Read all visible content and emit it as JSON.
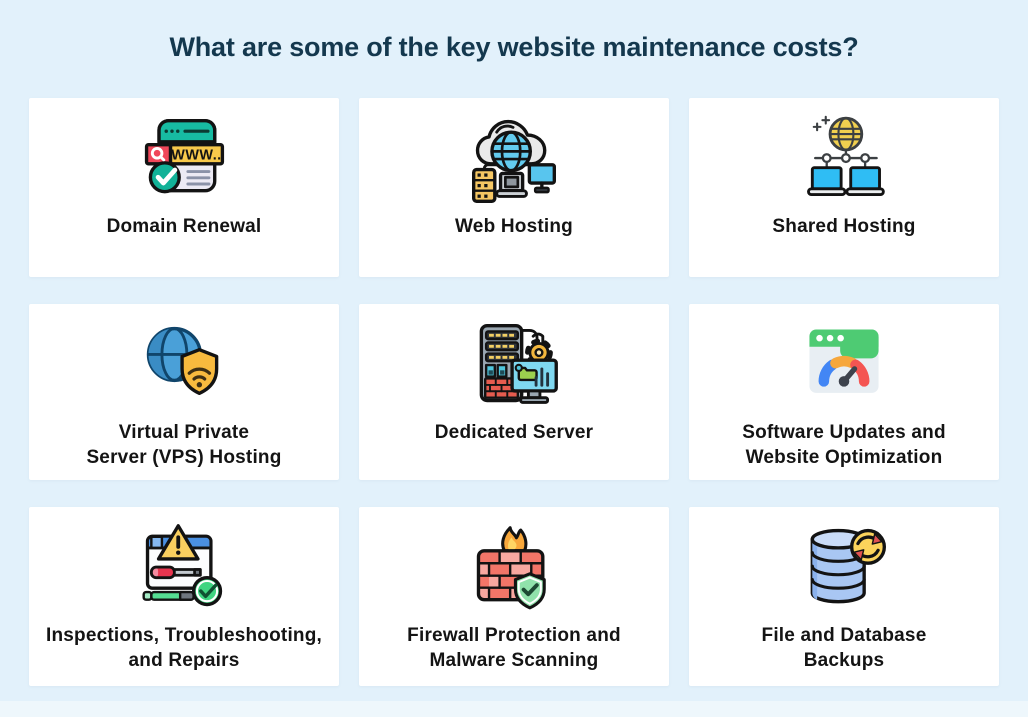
{
  "page": {
    "title": "What are some of the key website maintenance costs?"
  },
  "colors": {
    "background": "#e2f1fb",
    "card_background": "#ffffff",
    "title_text": "#14384e",
    "label_text": "#141414",
    "teal_accent": "#12b298",
    "yellow_accent": "#f8c94b",
    "red_accent": "#f0475a",
    "blue_accent": "#4a90e2",
    "green_accent": "#4ecb73"
  },
  "cards": [
    {
      "id": "domain-renewal",
      "label": "Domain Renewal",
      "icon": "domain-renewal-browser-icon",
      "icon_text": "WWW.."
    },
    {
      "id": "web-hosting",
      "label": "Web Hosting",
      "icon": "cloud-server-network-icon"
    },
    {
      "id": "shared-hosting",
      "label": "Shared Hosting",
      "icon": "globe-laptops-network-icon"
    },
    {
      "id": "vps-hosting",
      "label": "Virtual Private\nServer (VPS) Hosting",
      "icon": "globe-shield-icon"
    },
    {
      "id": "dedicated-server",
      "label": "Dedicated Server",
      "icon": "server-tower-monitor-icon"
    },
    {
      "id": "software-updates",
      "label": "Software Updates and\nWebsite Optimization",
      "icon": "browser-speedometer-icon"
    },
    {
      "id": "inspections",
      "label": "Inspections, Troubleshooting,\nand Repairs",
      "icon": "warning-screwdriver-icon"
    },
    {
      "id": "firewall",
      "label": "Firewall Protection and\nMalware Scanning",
      "icon": "firewall-flame-shield-icon"
    },
    {
      "id": "backups",
      "label": "File and Database\nBackups",
      "icon": "database-sync-icon"
    }
  ]
}
